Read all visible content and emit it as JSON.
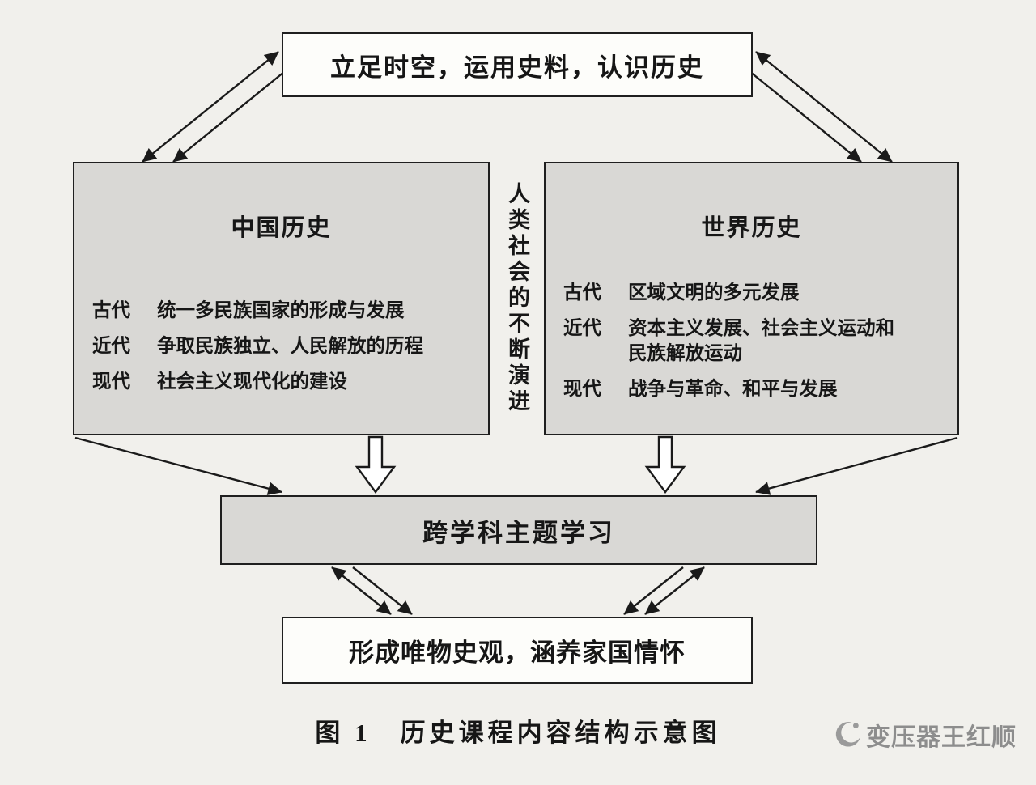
{
  "colors": {
    "background": "#f1f0ec",
    "panel_fill": "#d9d8d5",
    "box_fill": "#fdfdfa",
    "line": "#1a1a1a",
    "watermark_gray": "#8d8d8d"
  },
  "top_box": {
    "label": "立足时空，运用史料，认识历史"
  },
  "center_divider": {
    "label": "人类社会的不断演进"
  },
  "china_panel": {
    "title": "中国历史",
    "rows": [
      {
        "era": "古代",
        "text": "统一多民族国家的形成与发展"
      },
      {
        "era": "近代",
        "text": "争取民族独立、人民解放的历程"
      },
      {
        "era": "现代",
        "text": "社会主义现代化的建设"
      }
    ]
  },
  "world_panel": {
    "title": "世界历史",
    "rows": [
      {
        "era": "古代",
        "text": "区域文明的多元发展"
      },
      {
        "era": "近代",
        "text": "资本主义发展、社会主义运动和民族解放运动"
      },
      {
        "era": "现代",
        "text": "战争与革命、和平与发展"
      }
    ]
  },
  "cross_box": {
    "label": "跨学科主题学习"
  },
  "bottom_box": {
    "label": "形成唯物史观，涵养家国情怀"
  },
  "caption": {
    "label": "图 1　历史课程内容结构示意图"
  },
  "watermark": {
    "label": "变压器王红顺"
  }
}
